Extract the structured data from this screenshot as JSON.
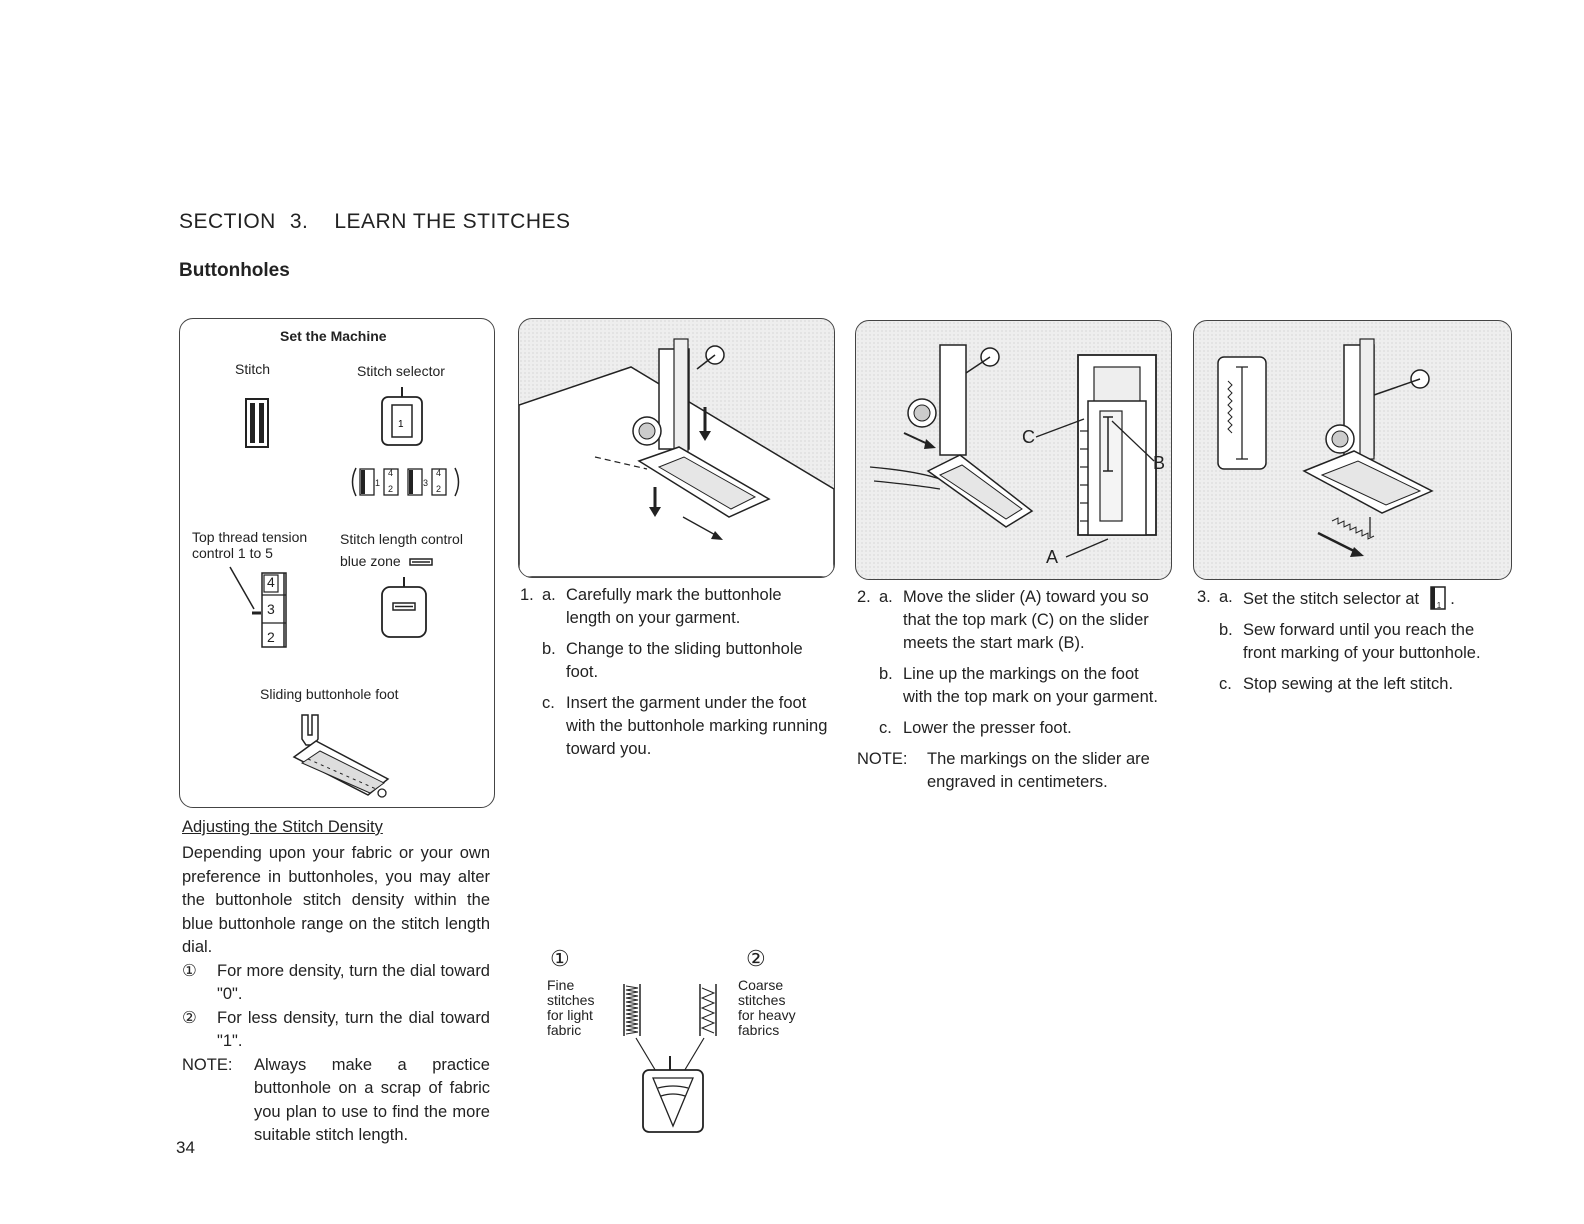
{
  "header": {
    "section": "SECTION",
    "section_number": "3.",
    "section_title": "LEARN THE STITCHES",
    "subsection": "Buttonholes"
  },
  "setup": {
    "title": "Set the Machine",
    "stitch_label": "Stitch",
    "selector_label": "Stitch selector",
    "selector_value": "1",
    "selector_seq": [
      "1",
      "4",
      "2",
      "3",
      "4",
      "2"
    ],
    "tension_label_1": "Top thread tension",
    "tension_label_2": "control 1 to 5",
    "tension_values": [
      "4",
      "3",
      "2"
    ],
    "length_label": "Stitch length control",
    "blue_zone_label": "blue zone",
    "foot_label": "Sliding buttonhole foot"
  },
  "step1": {
    "number": "1.",
    "items": [
      {
        "letter": "a.",
        "text": "Carefully mark the buttonhole length on your garment."
      },
      {
        "letter": "b.",
        "text": "Change to the sliding buttonhole foot."
      },
      {
        "letter": "c.",
        "text": "Insert the garment under the foot with the buttonhole marking running toward you."
      }
    ]
  },
  "step2": {
    "number": "2.",
    "labels": {
      "a": "A",
      "b": "B",
      "c": "C"
    },
    "items": [
      {
        "letter": "a.",
        "text": "Move the slider (A) toward you so that the top mark (C) on the slider meets the start mark (B)."
      },
      {
        "letter": "b.",
        "text": "Line up the markings on the foot with the top mark on your garment."
      },
      {
        "letter": "c.",
        "text": "Lower the presser foot."
      }
    ],
    "note_label": "NOTE:",
    "note": "The markings on the slider are engraved in centimeters."
  },
  "step3": {
    "number": "3.",
    "items": [
      {
        "letter": "a.",
        "text": "Set the stitch selector at"
      },
      {
        "letter": "b.",
        "text": "Sew forward until you reach the front marking of your buttonhole."
      },
      {
        "letter": "c.",
        "text": "Stop sewing at the left stitch."
      }
    ],
    "selector_icon_value": "1"
  },
  "density": {
    "heading": "Adjusting the Stitch Density",
    "body": "Depending upon your fabric or your own preference in buttonholes, you may alter the buttonhole stitch density within the blue buttonhole range on the stitch length dial.",
    "item1_marker": "①",
    "item1": "For more density, turn the dial toward \"0\".",
    "item2_marker": "②",
    "item2": "For less density, turn the dial toward \"1\".",
    "note_label": "NOTE:",
    "note": "Always make a practice buttonhole on a scrap of fabric you plan to use to find the more suitable stitch length."
  },
  "density_figure": {
    "fine_marker": "①",
    "fine_lines": [
      "Fine",
      "stitches",
      "for light",
      "fabric"
    ],
    "coarse_marker": "②",
    "coarse_lines": [
      "Coarse",
      "stitches",
      "for heavy",
      "fabrics"
    ]
  },
  "page_number": "34"
}
